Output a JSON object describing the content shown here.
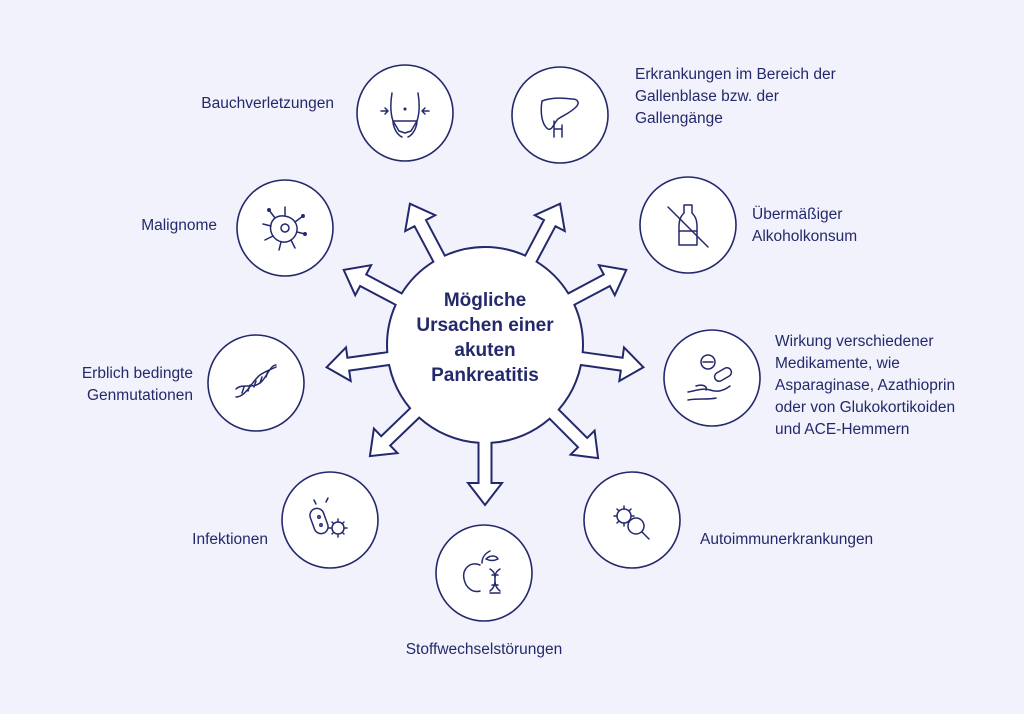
{
  "center": {
    "lines": [
      "Mögliche",
      "Ursachen einer",
      "akuten",
      "Pankreatitis"
    ]
  },
  "causes": [
    {
      "id": "bauchverletzungen",
      "icon": "abdomen-icon",
      "lines": [
        "Bauchverletzungen"
      ]
    },
    {
      "id": "galle",
      "icon": "liver-icon",
      "lines": [
        "Erkrankungen im Bereich der",
        "Gallenblase bzw. der",
        "Gallengänge"
      ]
    },
    {
      "id": "alkohol",
      "icon": "no-alcohol-icon",
      "lines": [
        "Übermäßiger",
        "Alkoholkonsum"
      ]
    },
    {
      "id": "medikamente",
      "icon": "pills-in-hand-icon",
      "lines": [
        "Wirkung verschiedener",
        "Medikamente, wie",
        "Asparaginase, Azathioprin",
        "oder von Glukokortikoiden",
        "und ACE-Hemmern"
      ]
    },
    {
      "id": "autoimmun",
      "icon": "virus-magnifier-icon",
      "lines": [
        "Autoimmunerkrankungen"
      ]
    },
    {
      "id": "stoffwechsel",
      "icon": "apple-dna-icon",
      "lines": [
        "Stoffwechselstörungen"
      ]
    },
    {
      "id": "infektionen",
      "icon": "bacteria-icon",
      "lines": [
        "Infektionen"
      ]
    },
    {
      "id": "genmutationen",
      "icon": "dna-icon",
      "lines": [
        "Erblich bedingte",
        "Genmutationen"
      ]
    },
    {
      "id": "malignome",
      "icon": "cancer-cell-icon",
      "lines": [
        "Malignome"
      ]
    }
  ],
  "colors": {
    "navy": "#23296b",
    "background": "#f1f2fb",
    "fill": "#ffffff"
  }
}
